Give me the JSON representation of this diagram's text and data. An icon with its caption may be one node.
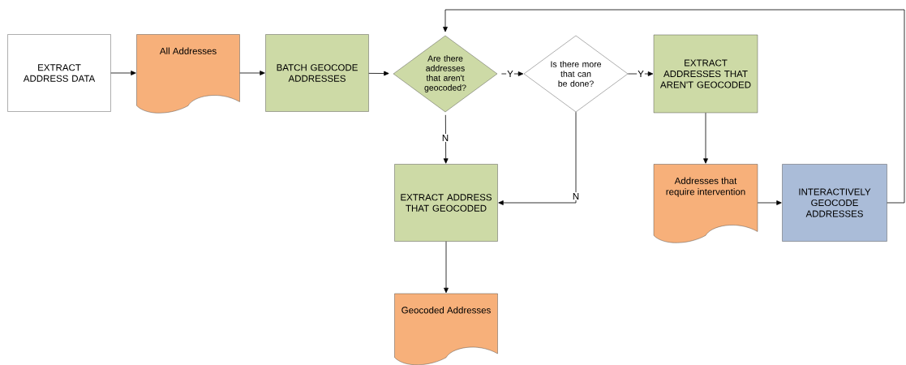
{
  "diagram": {
    "nodes": [
      {
        "text": [
          "EXTRACT ADDRESS DATA"
        ]
      },
      {
        "text": [
          "All Addresses"
        ]
      },
      {
        "text": [
          "BATCH GEOCODE ADDRESSES"
        ]
      },
      {
        "text": [
          "Are there addresses that aren't geocoded?"
        ]
      },
      {
        "text": [
          "Is there more that can be done?"
        ]
      },
      {
        "text": [
          "EXTRACT ADDRESSES THAT AREN'T GEOCODED"
        ]
      },
      {
        "text": [
          "EXTRACT ADDRESS THAT GEOCODED"
        ]
      },
      {
        "text": [
          "Addresses that require intervention"
        ]
      },
      {
        "text": [
          "INTERACTIVELY GEOCODE ADDRESSES"
        ]
      },
      {
        "text": [
          "Geocoded Addresses"
        ]
      }
    ],
    "edges": [
      {
        "from": 0,
        "to": 1,
        "arrow": "to"
      },
      {
        "from": 1,
        "to": 2,
        "arrow": "to"
      },
      {
        "from": 2,
        "to": 3,
        "arrow": "to"
      },
      {
        "from": 3,
        "to": 4,
        "arrow": "to",
        "label": "Y"
      },
      {
        "from": 4,
        "to": 5,
        "arrow": "to",
        "label": "Y"
      },
      {
        "from": 3,
        "to": 6,
        "arrow": "to",
        "label": "N"
      },
      {
        "from": 4,
        "to": 6,
        "arrow": "to",
        "label": "N"
      },
      {
        "from": 5,
        "to": 7,
        "arrow": "to"
      },
      {
        "from": 7,
        "to": 8,
        "arrow": "to"
      },
      {
        "from": 8,
        "to": 3,
        "arrow": "to"
      },
      {
        "from": 6,
        "to": 9,
        "arrow": "to"
      }
    ]
  }
}
